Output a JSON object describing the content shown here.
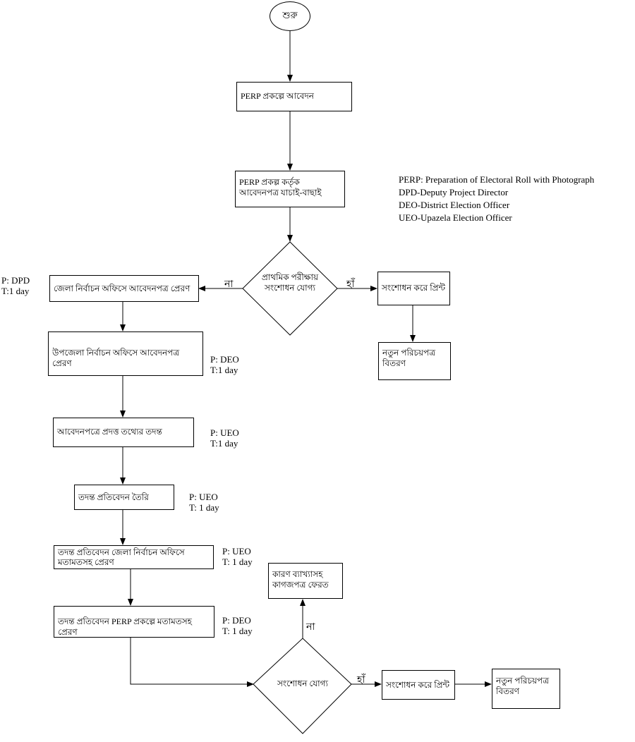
{
  "start": "শুরু",
  "steps": {
    "apply": "PERP প্রকল্পে আবেদন",
    "screen": "PERP প্রকল্প কর্তৃক আবেদনপত্র যাচাই-বাছাই",
    "district_send": "জেলা নির্বাচন অফিসে আবেদনপত্র প্রেরণ",
    "upazila_send": "উপজেলা নির্বাচন অফিসে আবেদনপত্র প্রেরণ",
    "investigate": "আবেদনপত্রে প্রদত্ত তথ্যের তদন্ত",
    "report_prepare": "তদন্ত প্রতিবেদন তৈরি",
    "report_to_district": "তদন্ত প্রতিবেদন জেলা নির্বাচন অফিসে মতামতসহ প্রেরণ",
    "report_to_perp": "তদন্ত প্রতিবেদন PERP প্রকল্পে মতামতসহ প্রেরণ",
    "correct_print_1": "সংশোধন করে প্রিন্ট",
    "new_card_1": "নতুন পরিচয়পত্র বিতরণ",
    "return_with_reason": "কারণ ব্যাখ্যাসহ কাগজপত্র ফেরত",
    "correct_print_2": "সংশোধন করে প্রিন্ট",
    "new_card_2": "নতুন পরিচয়পত্র বিতরণ"
  },
  "decisions": {
    "first": "প্রাথমিক পরীক্ষায় সংশোধন যোগ্য",
    "second": "সংশোধন যোগ্য"
  },
  "branch_labels": {
    "no_1": "না",
    "yes_1": "হাঁ",
    "no_2": "না",
    "yes_2": "হাঁ"
  },
  "responsibility": {
    "district_send": {
      "p": "P: DPD",
      "t": "T:1 day"
    },
    "upazila_send": {
      "p": "P: DEO",
      "t": "T:1 day"
    },
    "investigate": {
      "p": "P: UEO",
      "t": "T:1 day"
    },
    "report_prepare": {
      "p": "P: UEO",
      "t": "T: 1 day"
    },
    "report_to_district": {
      "p": "P: UEO",
      "t": "T: 1 day"
    },
    "report_to_perp": {
      "p": "P: DEO",
      "t": "T: 1 day"
    }
  },
  "legend": [
    "PERP: Preparation of Electoral Roll with Photograph",
    "DPD-Deputy Project Director",
    "DEO-District Election Officer",
    "UEO-Upazela Election Officer"
  ]
}
